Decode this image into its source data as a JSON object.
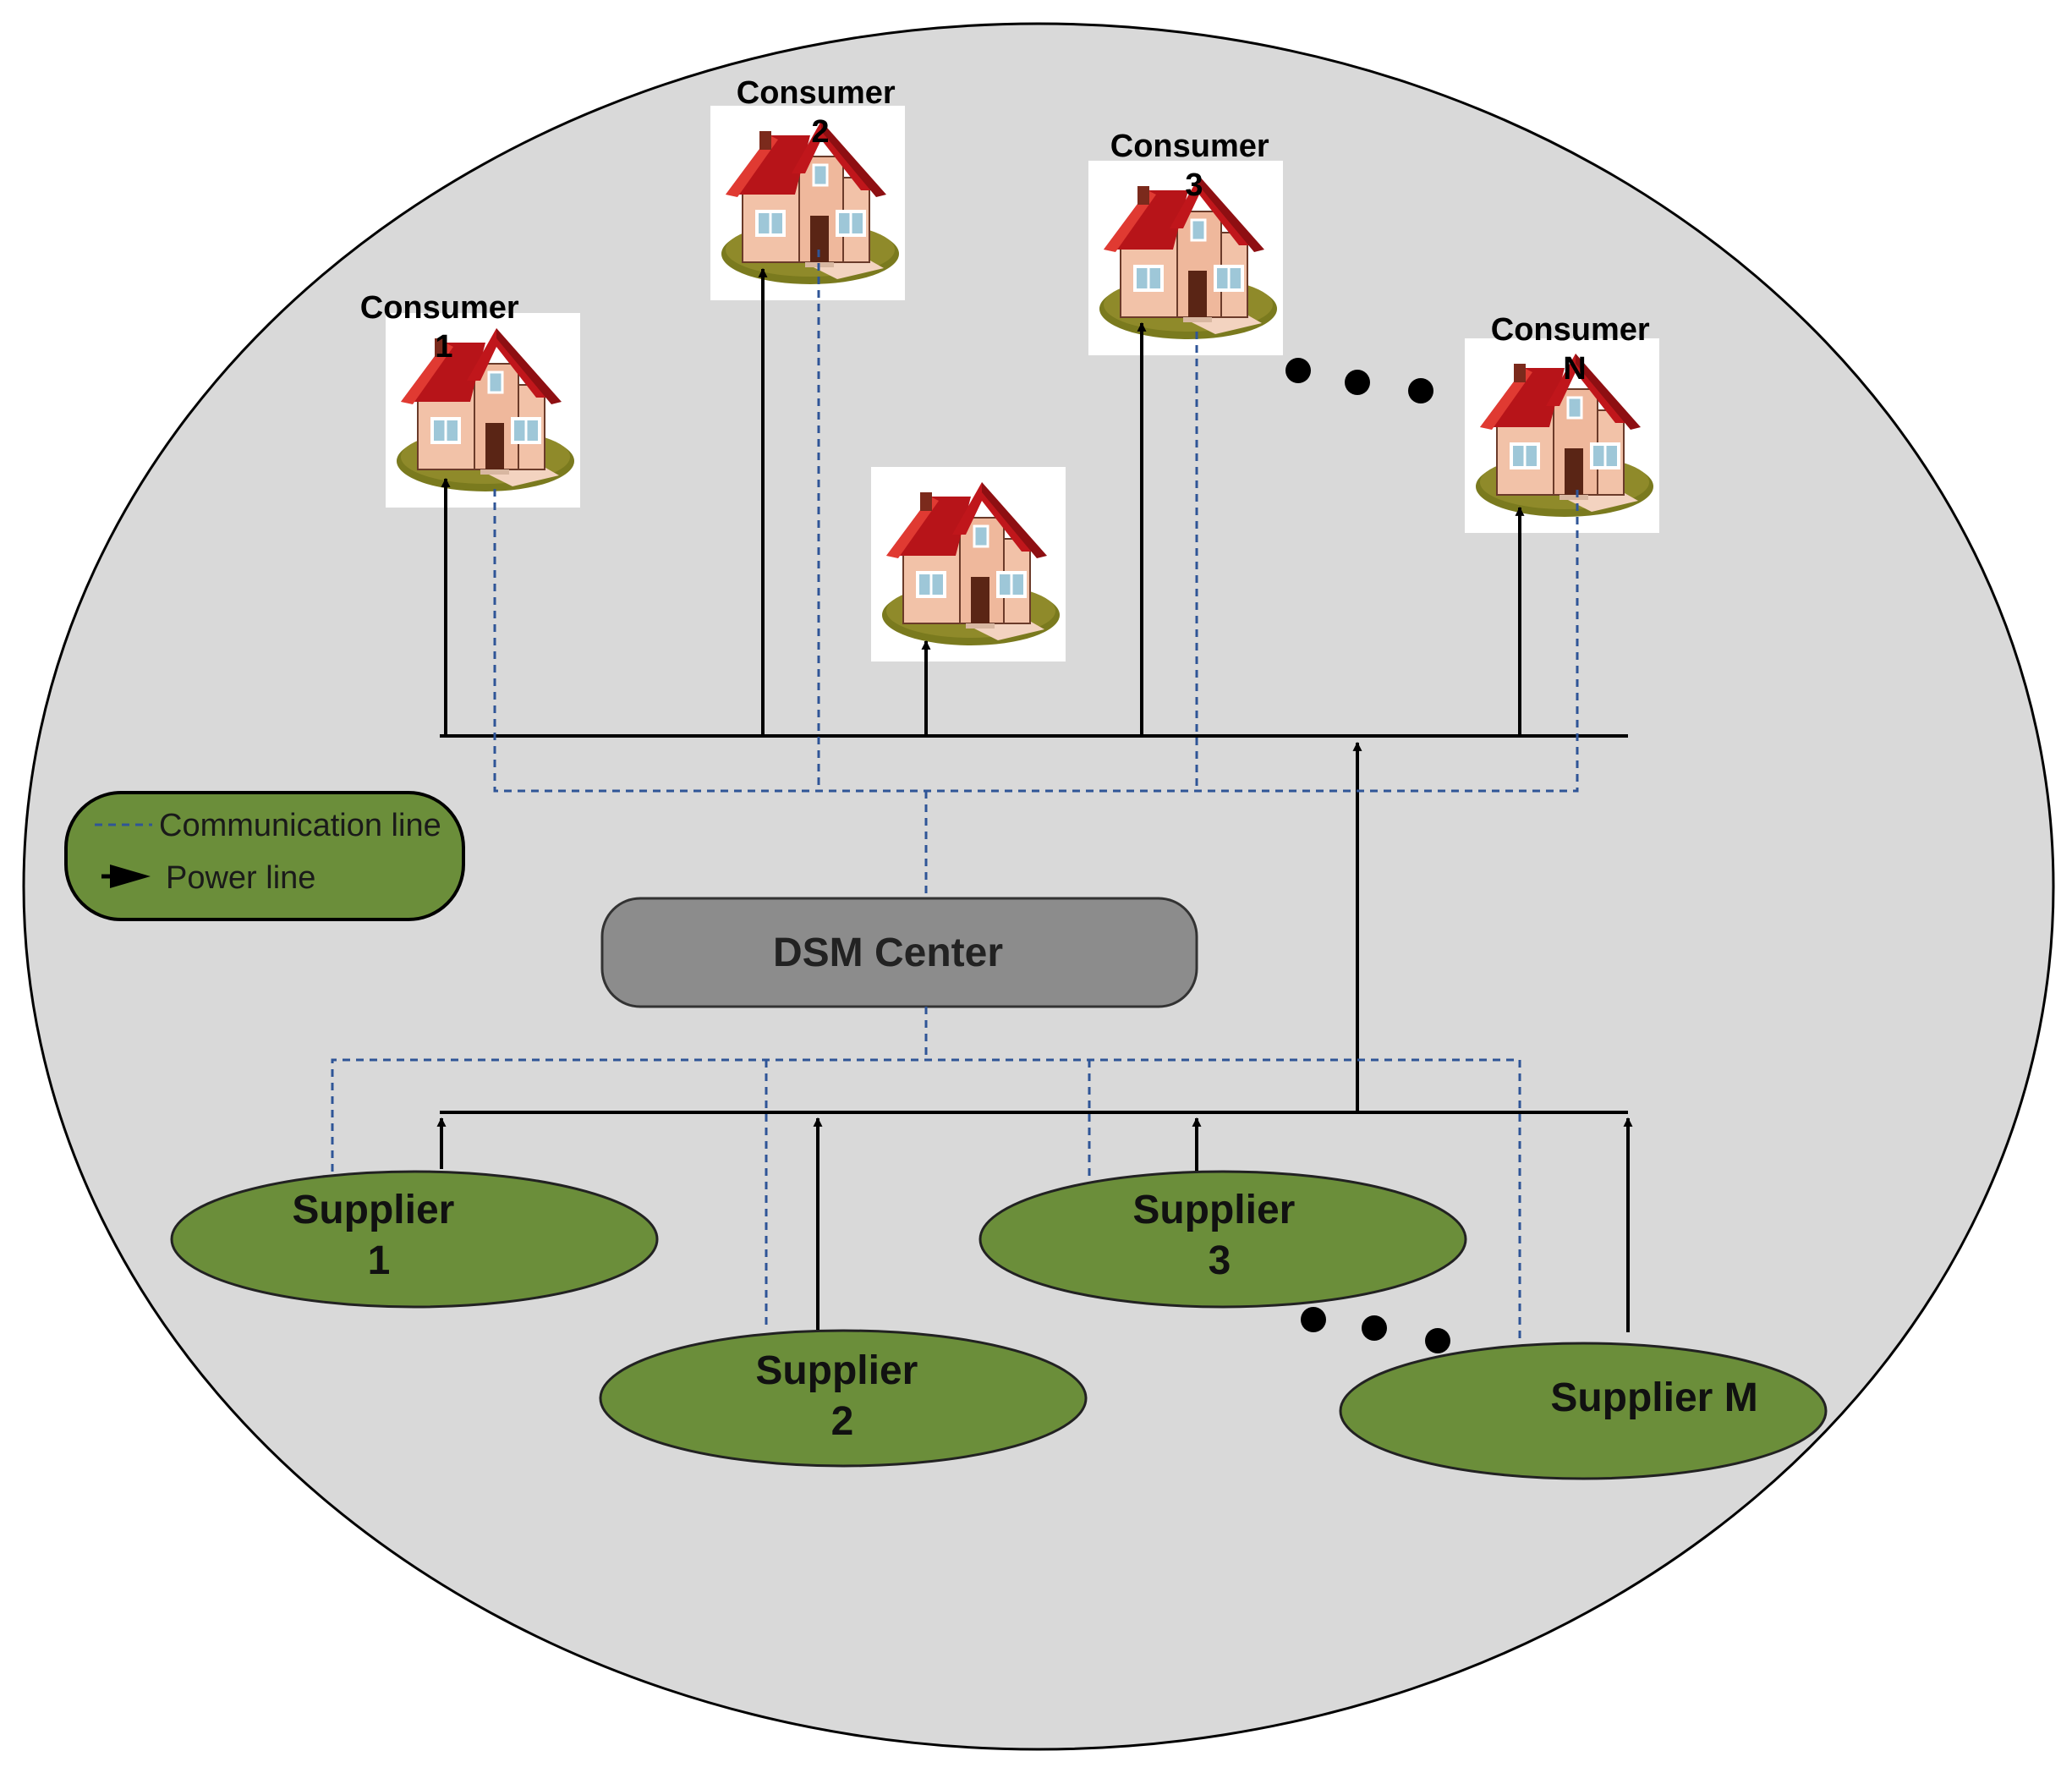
{
  "consumers": [
    {
      "line1": "Consumer",
      "line2": "1"
    },
    {
      "line1": "Consumer",
      "line2": "2"
    },
    {
      "line1": "Consumer",
      "line2": "3"
    },
    {
      "line1": "Consumer",
      "line2": "N"
    }
  ],
  "suppliers": [
    {
      "line1": "Supplier",
      "line2": "1"
    },
    {
      "line1": "Supplier",
      "line2": "2"
    },
    {
      "line1": "Supplier",
      "line2": "3"
    },
    {
      "line1": "Supplier M",
      "line2": ""
    }
  ],
  "dsm_center": {
    "label": "DSM Center"
  },
  "legend": {
    "communication": "Communication line",
    "power": "Power line"
  },
  "colors": {
    "background": "#d9d9d9",
    "supplier_fill": "#6b8e3a",
    "dsm_fill": "#8c8c8c",
    "comm_line": "#2f5597",
    "power_line": "#000000",
    "roof": "#c0161b",
    "wall": "#f2c2a8"
  },
  "icons": [
    "house-icon",
    "ellipsis-dots-icon",
    "arrow-head-icon"
  ]
}
